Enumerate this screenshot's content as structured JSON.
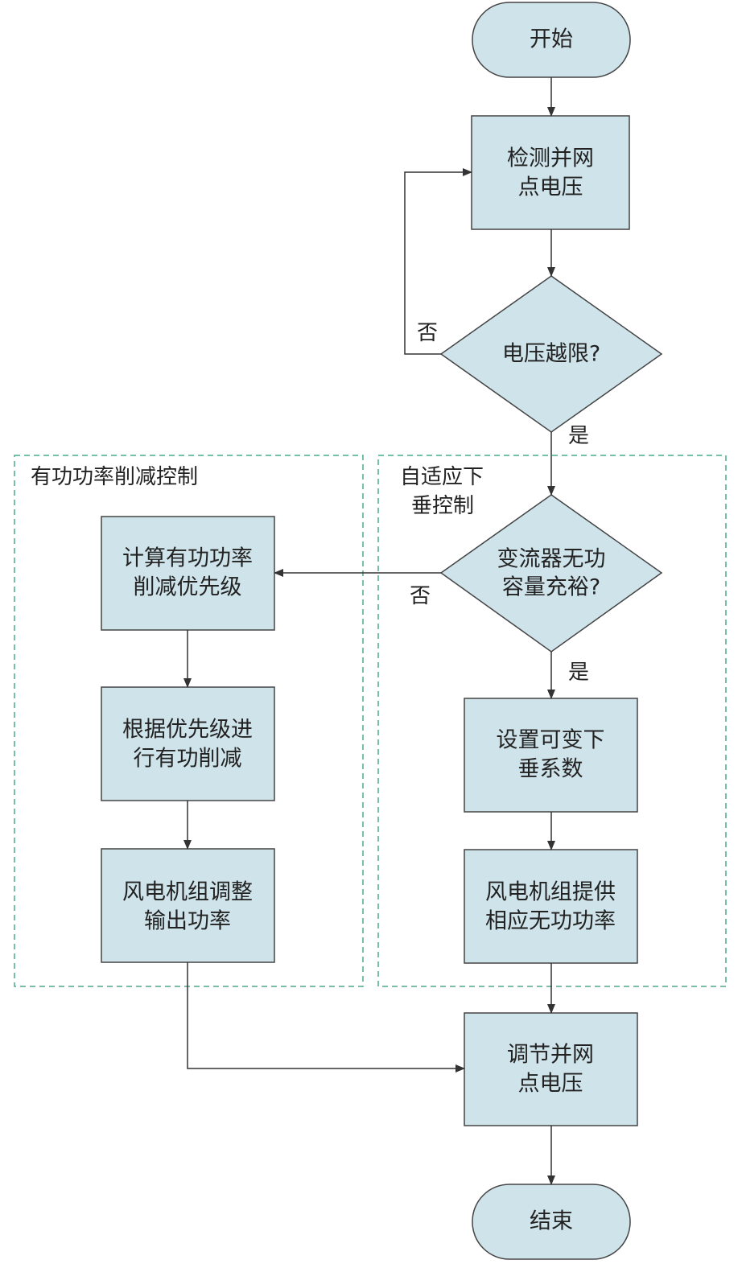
{
  "colors": {
    "node_fill": "#cfe3ea",
    "node_stroke": "#444444",
    "arrow": "#333333",
    "group_border": "#4aaa8a"
  },
  "groups": {
    "active_power": {
      "title": "有功功率削减控制"
    },
    "adaptive_droop": {
      "title_line1": "自适应下",
      "title_line2": "垂控制"
    }
  },
  "nodes": {
    "start": "开始",
    "detect": {
      "line1": "检测并网",
      "line2": "点电压"
    },
    "voltage_check": "电压越限?",
    "capacity_check": {
      "line1": "变流器无功",
      "line2": "容量充裕?"
    },
    "calc_priority": {
      "line1": "计算有功功率",
      "line2": "削减优先级"
    },
    "reduce": {
      "line1": "根据优先级进",
      "line2": "行有功削减"
    },
    "adjust_output": {
      "line1": "风电机组调整",
      "line2": "输出功率"
    },
    "set_droop": {
      "line1": "设置可变下",
      "line2": "垂系数"
    },
    "provide_reactive": {
      "line1": "风电机组提供",
      "line2": "相应无功功率"
    },
    "regulate": {
      "line1": "调节并网",
      "line2": "点电压"
    },
    "end": "结束"
  },
  "edge_labels": {
    "no_1": "否",
    "yes_1": "是",
    "no_2": "否",
    "yes_2": "是"
  }
}
